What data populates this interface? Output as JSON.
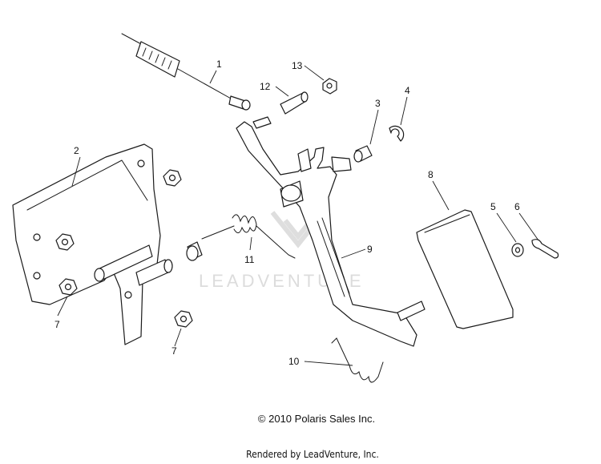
{
  "watermark": {
    "text": "LEADVENTURE"
  },
  "callouts": [
    {
      "id": "1",
      "label": "1"
    },
    {
      "id": "2",
      "label": "2"
    },
    {
      "id": "3",
      "label": "3"
    },
    {
      "id": "4",
      "label": "4"
    },
    {
      "id": "5",
      "label": "5"
    },
    {
      "id": "6",
      "label": "6"
    },
    {
      "id": "7a",
      "label": "7"
    },
    {
      "id": "7b",
      "label": "7"
    },
    {
      "id": "8",
      "label": "8"
    },
    {
      "id": "9",
      "label": "9"
    },
    {
      "id": "10",
      "label": "10"
    },
    {
      "id": "11",
      "label": "11"
    },
    {
      "id": "12",
      "label": "12"
    },
    {
      "id": "13",
      "label": "13"
    }
  ],
  "footer": {
    "copyright": "© 2010 Polaris Sales Inc.",
    "rendered_by": "Rendered by LeadVenture, Inc."
  }
}
